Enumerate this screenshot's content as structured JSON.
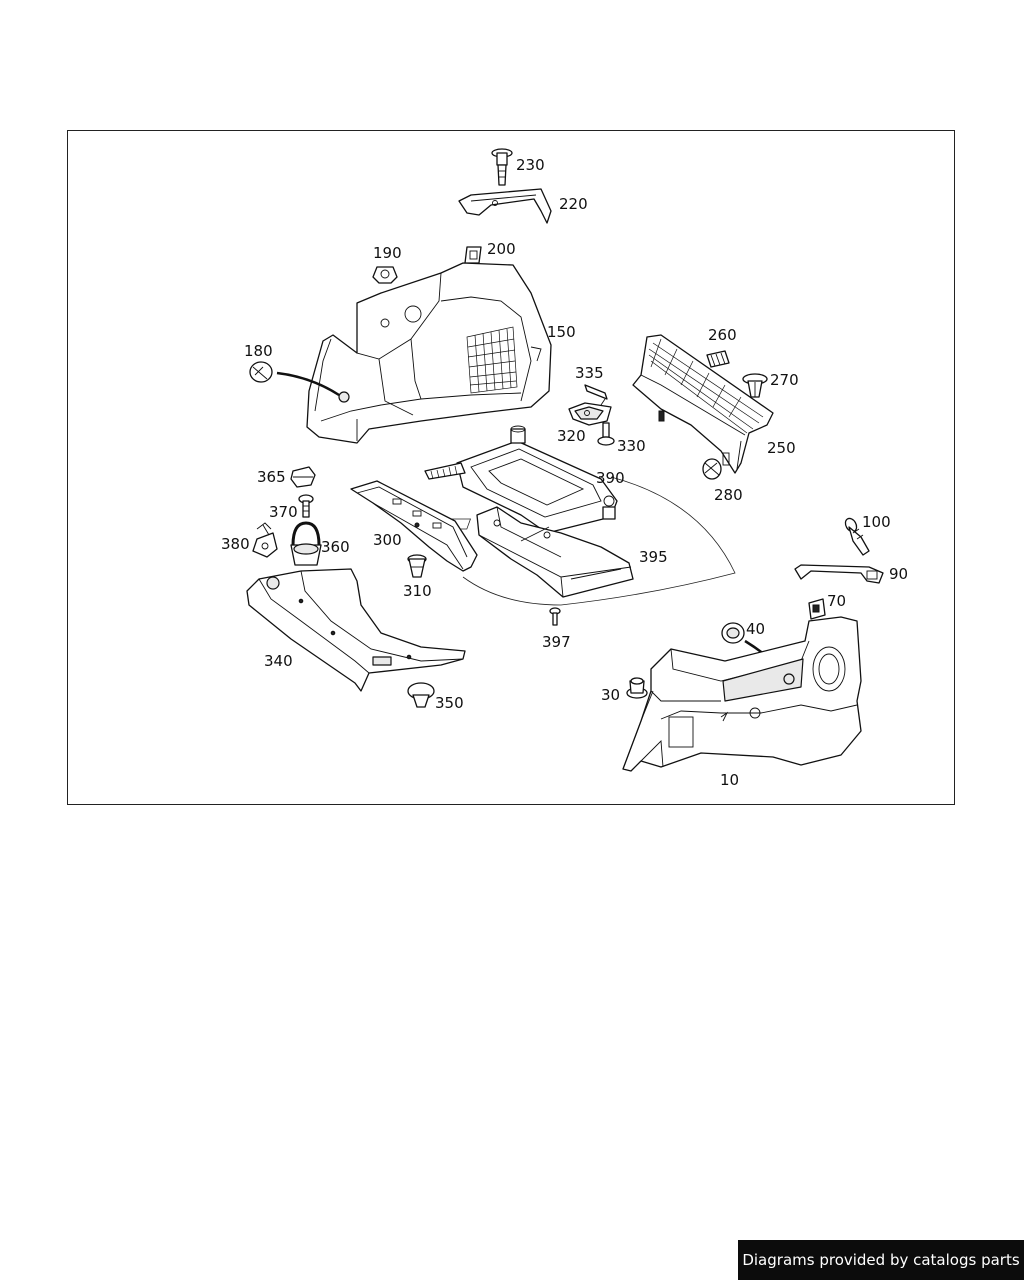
{
  "labels": {
    "p230": "230",
    "p220": "220",
    "p200": "200",
    "p190": "190",
    "p150": "150",
    "p180": "180",
    "p260": "260",
    "p270": "270",
    "p335": "335",
    "p320": "320",
    "p330": "330",
    "p250": "250",
    "p390": "390",
    "p280": "280",
    "p365": "365",
    "p370": "370",
    "p380": "380",
    "p360": "360",
    "p300": "300",
    "p100": "100",
    "p395": "395",
    "p310": "310",
    "p90": "90",
    "p70": "70",
    "p397": "397",
    "p40": "40",
    "p340": "340",
    "p30": "30",
    "p350": "350",
    "p10": "10"
  },
  "footer": {
    "text": "Diagrams provided by catalogs parts"
  }
}
